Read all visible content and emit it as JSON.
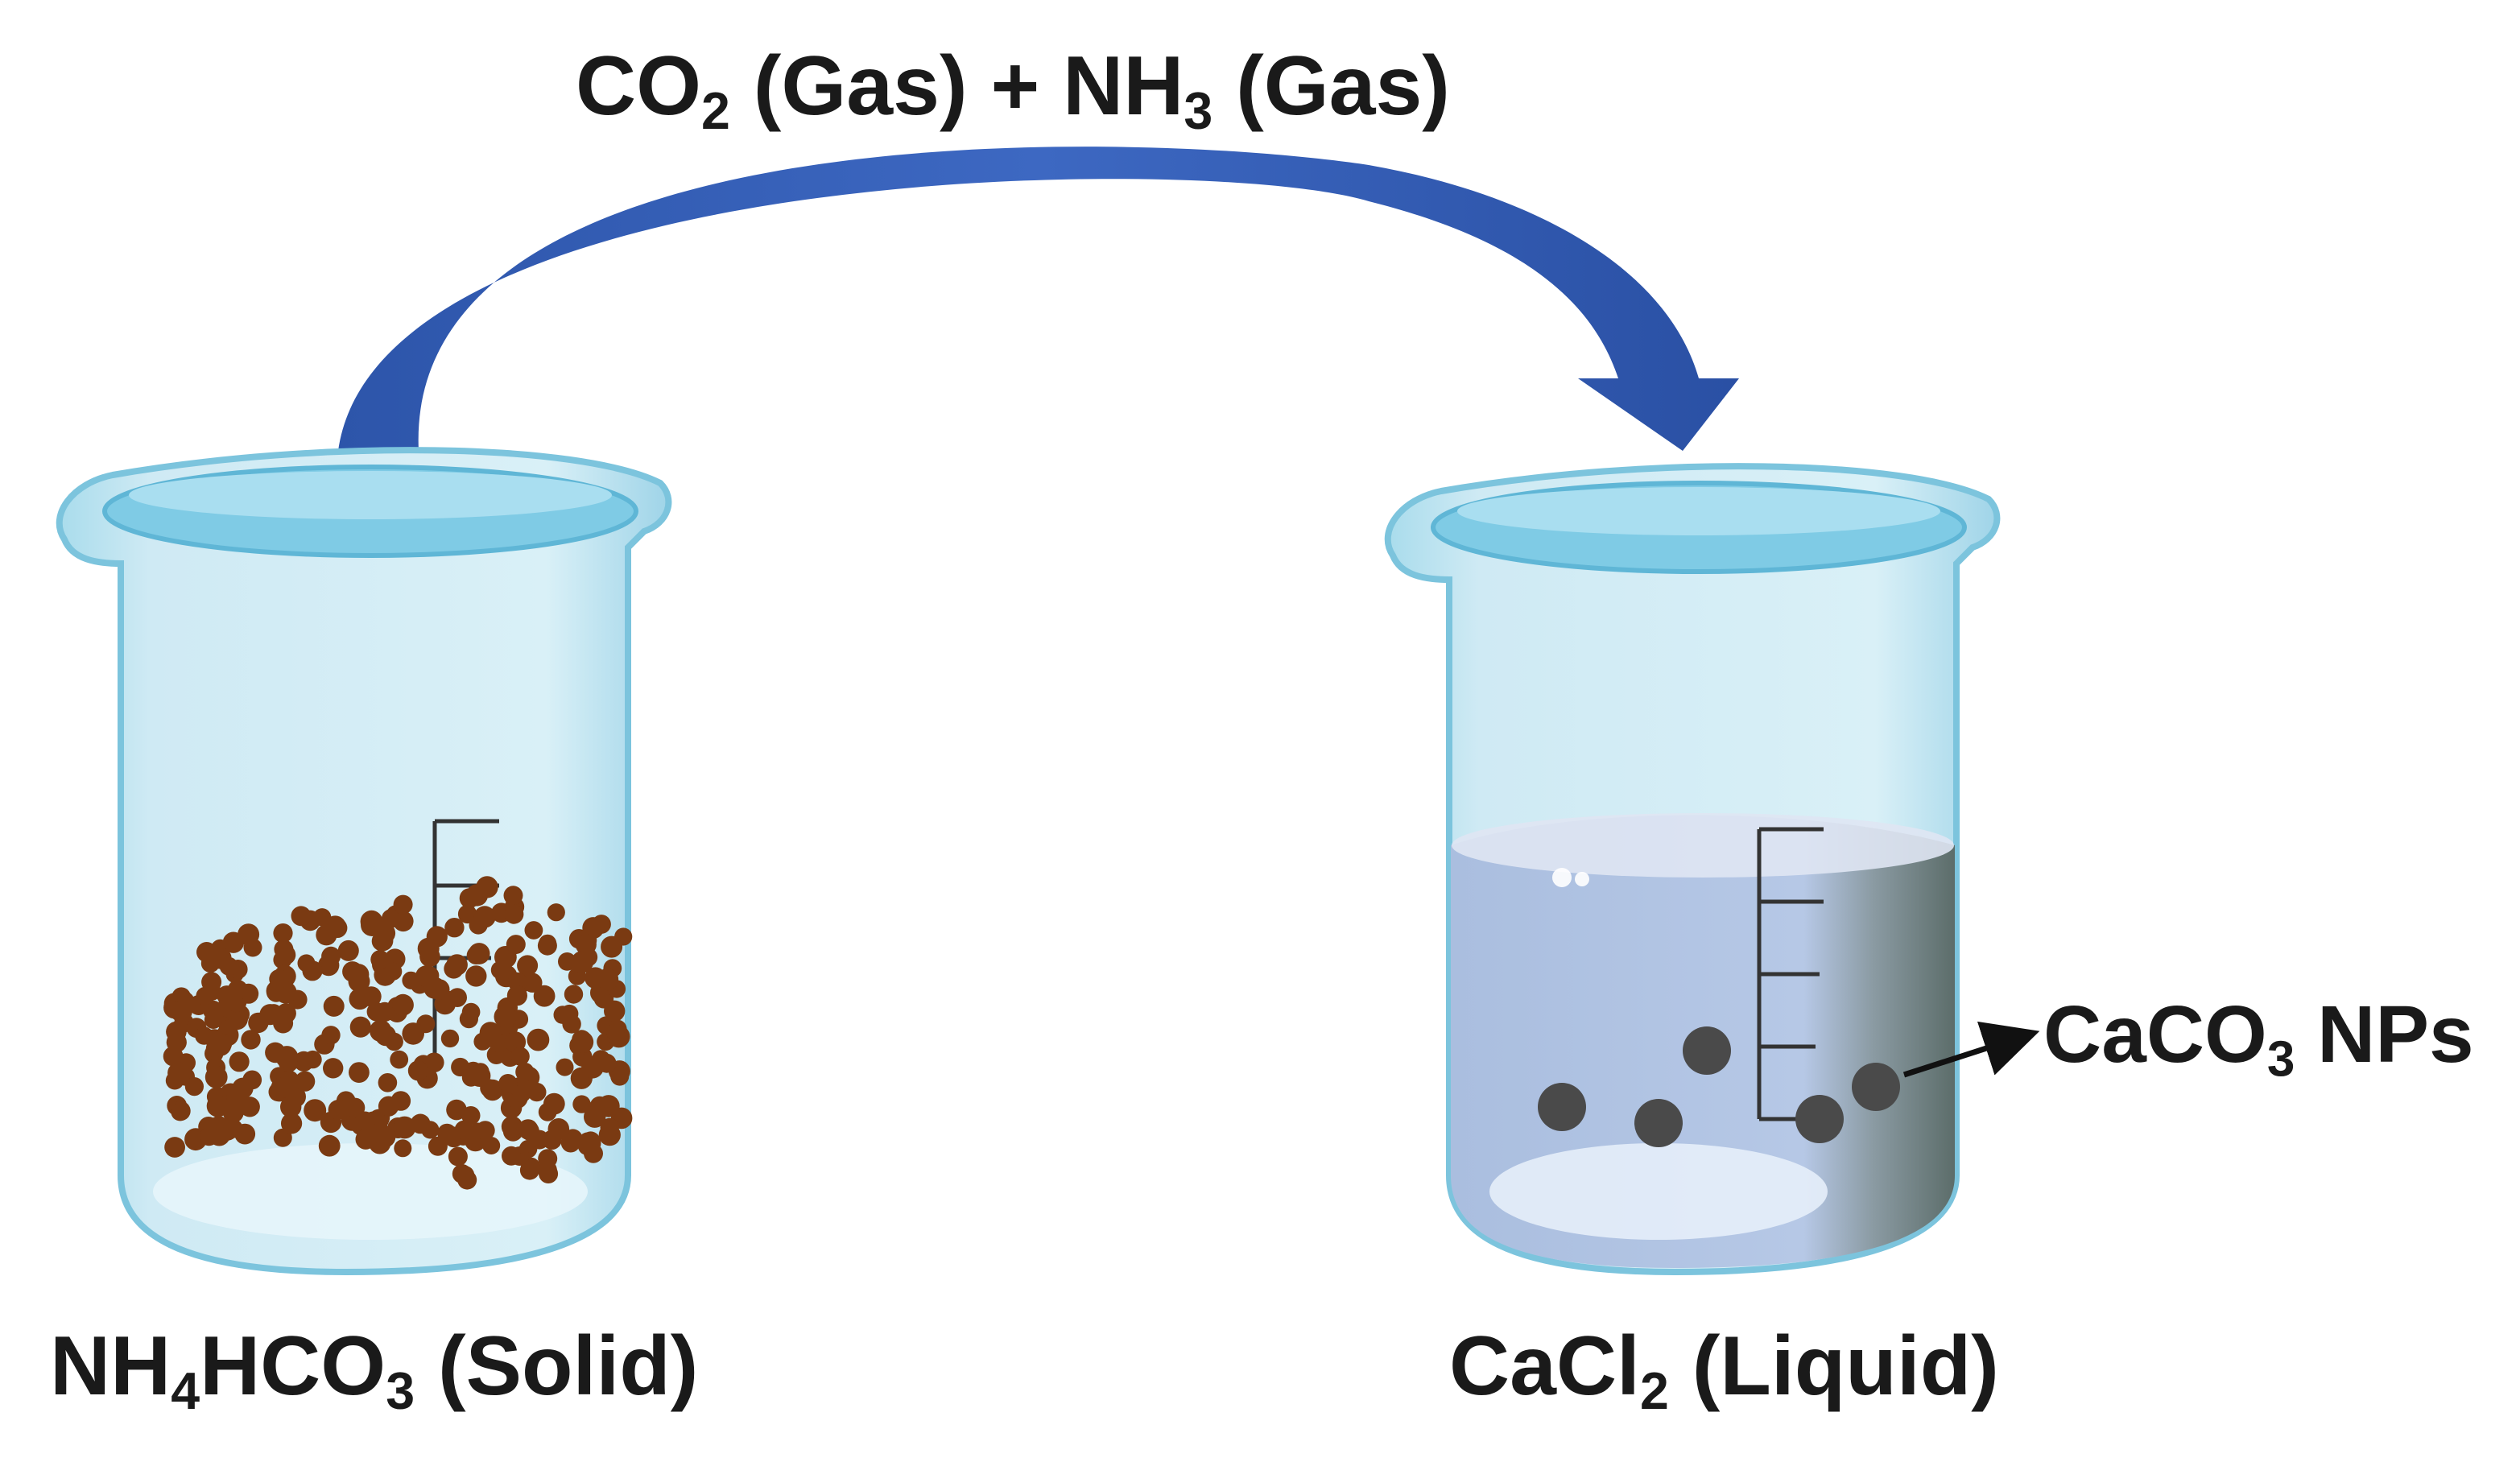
{
  "labels": {
    "gas": {
      "p1": "CO",
      "s1": "2",
      "p2": " (Gas) + NH",
      "s2": "3",
      "p3": " (Gas)"
    },
    "solid": {
      "p1": "NH",
      "s1": "4",
      "p2": "HCO",
      "s2": "3",
      "p3": " (Solid)"
    },
    "liquid": {
      "p1": "CaCl",
      "s1": "2",
      "p2": " (Liquid)"
    },
    "nanoparticles": {
      "p1": "CaCO",
      "s1": "3",
      "p2": " NPs"
    }
  },
  "colors": {
    "arrow": "#3a63b8",
    "beaker_glass": "#cdeaf3",
    "beaker_rim": "#8fd0e6",
    "particles_solid": "#7a3a12",
    "liquid": "#b3c6e6",
    "particles_np": "#4a4a4a"
  },
  "icons": [
    "beaker-left-icon",
    "beaker-right-icon",
    "curved-arrow-icon",
    "pointer-arrow-icon"
  ]
}
